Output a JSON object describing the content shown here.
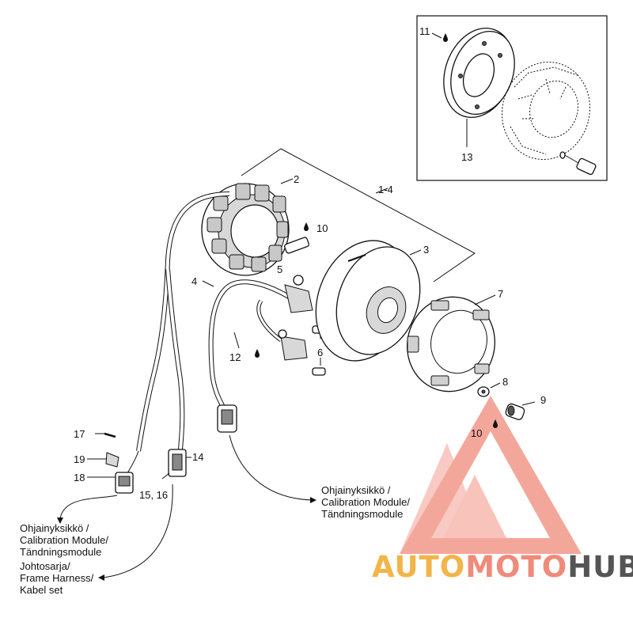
{
  "labels": {
    "l1_4": "1-4",
    "l2": "2",
    "l3": "3",
    "l4": "4",
    "l5": "5",
    "l6": "6",
    "l7": "7",
    "l8": "8",
    "l9": "9",
    "l10a": "10",
    "l10b": "10",
    "l11": "11",
    "l12": "12",
    "l13": "13",
    "l14": "14",
    "l15_16": "15, 16",
    "l17": "17",
    "l18": "18",
    "l19": "19"
  },
  "captions": {
    "calibration_right": [
      "Ohjainyksikkö /",
      "Calibration Module/",
      "Tändningsmodule"
    ],
    "calibration_left": [
      "Ohjainyksikkö /",
      "Calibration Module/",
      "Tändningsmodule"
    ],
    "harness": [
      "Johtosarja/",
      "Frame Harness/",
      "Kabel set"
    ]
  },
  "logo": {
    "part1": "AUTO",
    "part2": "MOTO",
    "part3": "HUB",
    "colors": {
      "auto": "#f2b54a",
      "moto": "#f08a7a",
      "hub": "#555555",
      "triangle": "#f08a7a"
    }
  },
  "icons": {
    "oil_drop": "oil-drop-icon"
  }
}
